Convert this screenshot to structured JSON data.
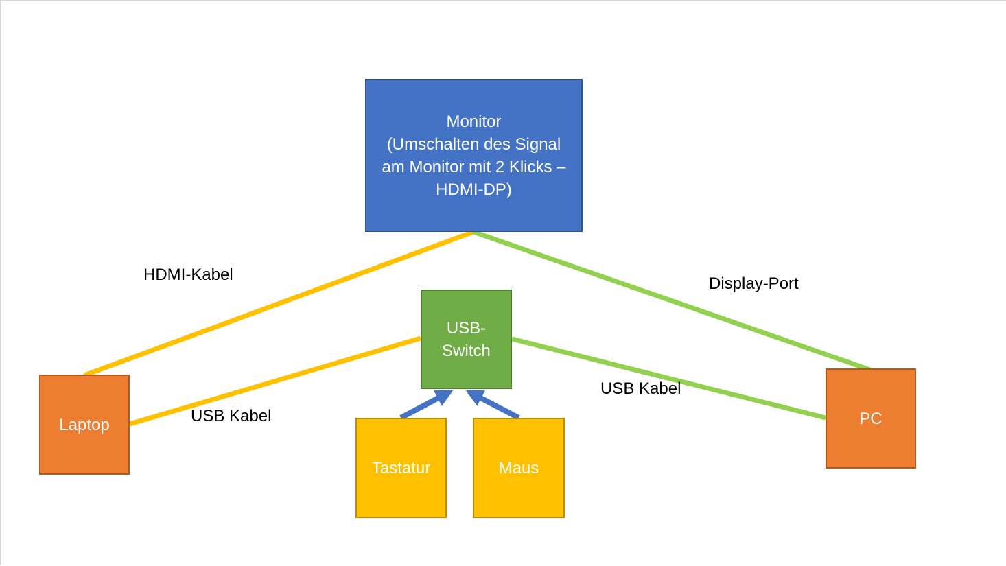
{
  "diagram": {
    "nodes": {
      "monitor": {
        "label": "Monitor\n(Umschalten des Signal\nam Monitor mit 2 Klicks –\nHDMI-DP)"
      },
      "usb_switch": {
        "label": "USB-\nSwitch"
      },
      "laptop": {
        "label": "Laptop"
      },
      "pc": {
        "label": "PC"
      },
      "keyboard": {
        "label": "Tastatur"
      },
      "mouse": {
        "label": "Maus"
      }
    },
    "edges": [
      {
        "from": "laptop",
        "to": "monitor",
        "label": "HDMI-Kabel"
      },
      {
        "from": "pc",
        "to": "monitor",
        "label": "Display-Port"
      },
      {
        "from": "laptop",
        "to": "usb_switch",
        "label": "USB Kabel"
      },
      {
        "from": "pc",
        "to": "usb_switch",
        "label": "USB Kabel"
      },
      {
        "from": "keyboard",
        "to": "usb_switch",
        "label": ""
      },
      {
        "from": "mouse",
        "to": "usb_switch",
        "label": ""
      }
    ],
    "colors": {
      "monitor_fill": "#4472c4",
      "switch_fill": "#70ad47",
      "computer_fill": "#ed7d31",
      "peripheral_fill": "#ffc000",
      "laptop_cable": "#ffc000",
      "pc_cable": "#92d050",
      "peripheral_arrow": "#4472c4"
    }
  }
}
